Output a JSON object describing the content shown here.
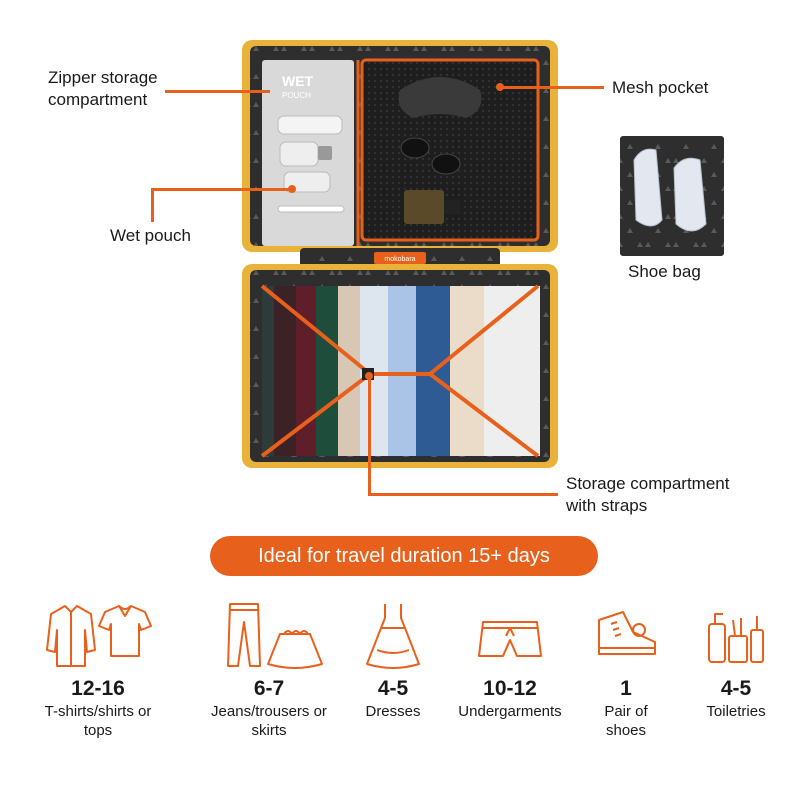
{
  "callouts": {
    "zipper": "Zipper storage compartment",
    "zipper_line1": "Zipper storage",
    "zipper_line2": "compartment",
    "mesh": "Mesh pocket",
    "wet": "Wet pouch",
    "shoe": "Shoe bag",
    "storage_line1": "Storage compartment",
    "storage_line2": "with straps"
  },
  "pouch_print": {
    "line1": "WET",
    "line2": "POUCH"
  },
  "brand_tag": "mokobara",
  "banner": "Ideal for travel duration 15+ days",
  "capacity": [
    {
      "count": "12-16",
      "label_line1": "T-shirts/shirts or",
      "label_line2": "tops",
      "icon": "shirts-icon"
    },
    {
      "count": "6-7",
      "label_line1": "Jeans/trousers or",
      "label_line2": "skirts",
      "icon": "trousers-skirt-icon"
    },
    {
      "count": "4-5",
      "label_line1": "Dresses",
      "label_line2": "",
      "icon": "dress-icon"
    },
    {
      "count": "10-12",
      "label_line1": "Undergarments",
      "label_line2": "",
      "icon": "shorts-icon"
    },
    {
      "count": "1",
      "label_line1": "Pair of",
      "label_line2": "shoes",
      "icon": "sneaker-icon"
    },
    {
      "count": "4-5",
      "label_line1": "Toiletries",
      "label_line2": "",
      "icon": "toiletries-icon"
    }
  ],
  "colors": {
    "accent": "#e8611c",
    "shell": "#e9b23a",
    "lining": "#2b2b2b",
    "pouch": "#d9d9d9"
  }
}
